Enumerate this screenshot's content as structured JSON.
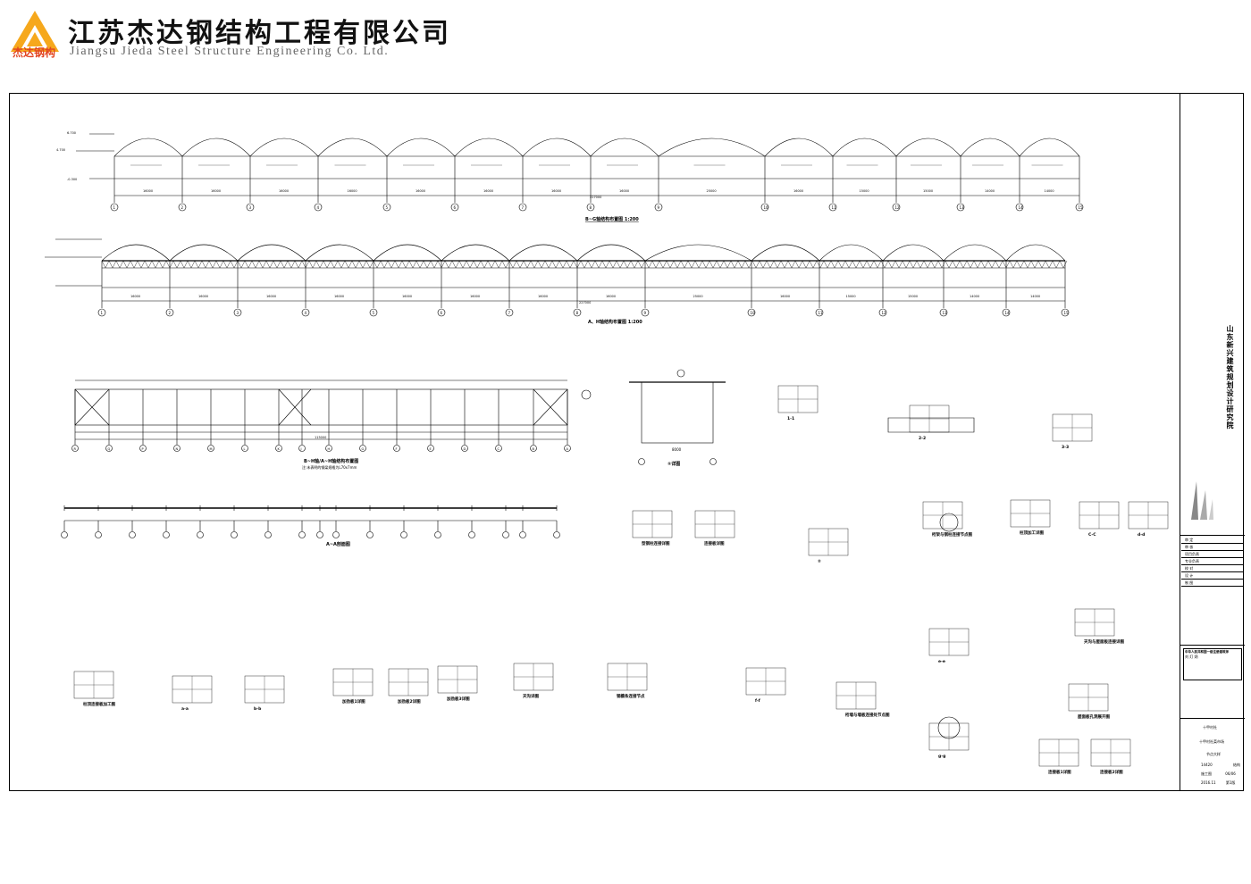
{
  "header": {
    "company_cn": "江苏杰达钢结构工程有限公司",
    "company_en": "Jiangsu Jieda Steel Structure Engineering Co. Ltd.",
    "logo_text": "杰达钢构",
    "logo_icon": "triangle-logo-icon",
    "brand_color": "#f6a81c",
    "brand_red": "#e24522"
  },
  "titleblock": {
    "institute": "山东新兴建筑规划设计研究院",
    "project_unit": "十甲村社",
    "project_name": "十甲村社菜市场",
    "drawing_name": "节点大样",
    "drawing_no": "14420",
    "stage": "施工图",
    "professional": "结构",
    "sheet": "06/06",
    "date": "2016.11",
    "version": "第1版",
    "signatures": [
      "审 定",
      "审 核",
      "项目负责",
      "专业负责",
      "校 对",
      "设 计",
      "制 图"
    ],
    "stamp_label": "中华人民共和国一级注册建筑师",
    "stamp_name": "刘 灯 炳"
  },
  "drawings": {
    "elev1_title": "B~G轴结构布置图 1:200",
    "elev2_title": "A、H轴结构布置图 1:200",
    "elev1_axes": [
      "1",
      "2",
      "3",
      "4",
      "5",
      "6",
      "7",
      "8",
      "9",
      "10",
      "11",
      "12",
      "13",
      "14",
      "15"
    ],
    "total_span": "227000",
    "bay_dims": [
      "16000",
      "16000",
      "16000",
      "16000",
      "16000",
      "16000",
      "16000",
      "16000",
      "25000",
      "16000",
      "15000",
      "15000",
      "14000",
      "14000"
    ],
    "level_top": "6.700",
    "level_mid": "4.700",
    "level_base": "-0.300",
    "plan_title": "B~H轴/A~H轴结构布置图",
    "plan_note": "注:未表明的钢梁规格为L70x7mm",
    "plan_axes": [
      "R",
      "Q",
      "P",
      "N",
      "M",
      "L",
      "K",
      "J",
      "H",
      "G",
      "F",
      "E",
      "D",
      "C",
      "B",
      "A"
    ],
    "plan_total": "115000",
    "section_title": "A~A剖面图",
    "frame_detail_title": "①详图",
    "frame_width": "8000",
    "details": [
      {
        "id": "d1",
        "label": "1-1"
      },
      {
        "id": "d2",
        "label": "2-2"
      },
      {
        "id": "d3",
        "label": "3-3"
      },
      {
        "id": "d4",
        "label": "型钢柱连接详图"
      },
      {
        "id": "d5",
        "label": "连接板详图"
      },
      {
        "id": "d6",
        "label": "②"
      },
      {
        "id": "d7",
        "label": "桁架与钢柱连接节点图"
      },
      {
        "id": "d8",
        "label": "柱顶加工详图"
      },
      {
        "id": "d9",
        "label": "C-C"
      },
      {
        "id": "d10",
        "label": "d-d"
      },
      {
        "id": "d11",
        "label": "天沟与屋面板连接详图"
      },
      {
        "id": "d12",
        "label": "e-e"
      },
      {
        "id": "d13",
        "label": "柱顶连接板加工图"
      },
      {
        "id": "d14",
        "label": "a-a"
      },
      {
        "id": "d15",
        "label": "b-b"
      },
      {
        "id": "d16",
        "label": "加劲板1详图"
      },
      {
        "id": "d17",
        "label": "加劲板2详图"
      },
      {
        "id": "d18",
        "label": "加劲板3详图"
      },
      {
        "id": "d19",
        "label": "天沟详图"
      },
      {
        "id": "d20",
        "label": "钢檩条连接节点"
      },
      {
        "id": "d21",
        "label": "f-f"
      },
      {
        "id": "d22",
        "label": "桁墙与墙板连接处节点图"
      },
      {
        "id": "d23",
        "label": "屋面板孔洞展开图"
      },
      {
        "id": "d24",
        "label": "连接板1详图"
      },
      {
        "id": "d25",
        "label": "连接板2详图"
      },
      {
        "id": "d26",
        "label": "g-g"
      }
    ]
  }
}
